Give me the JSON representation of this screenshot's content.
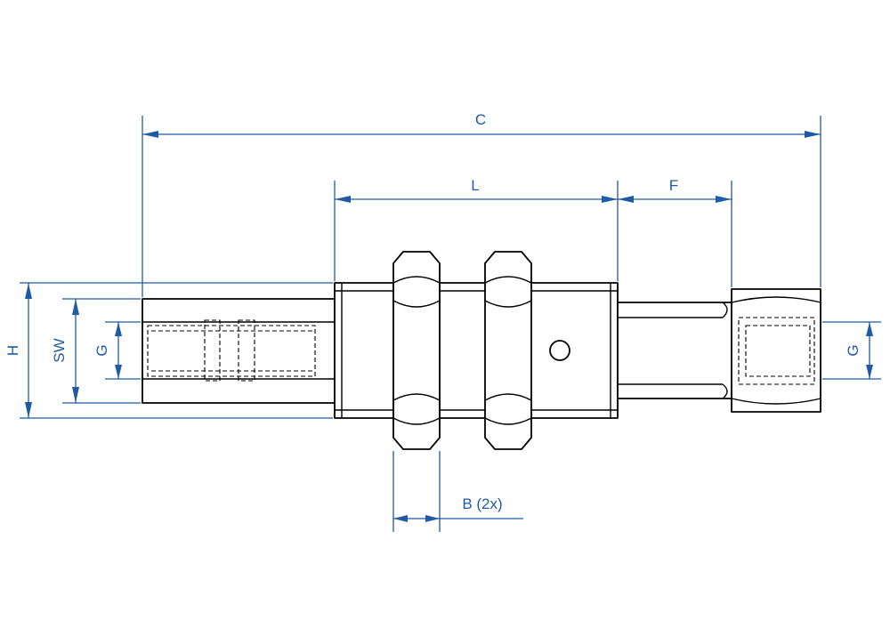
{
  "dimensions": {
    "overall_length": "C",
    "body_length": "L",
    "extension_length": "F",
    "nut_width": "B (2x)",
    "height": "H",
    "wrench_size": "SW",
    "thread_left": "G",
    "thread_right": "G"
  },
  "colors": {
    "dimension_line": "#1f5aa6",
    "part_outline": "#000000",
    "background": "#ffffff"
  }
}
